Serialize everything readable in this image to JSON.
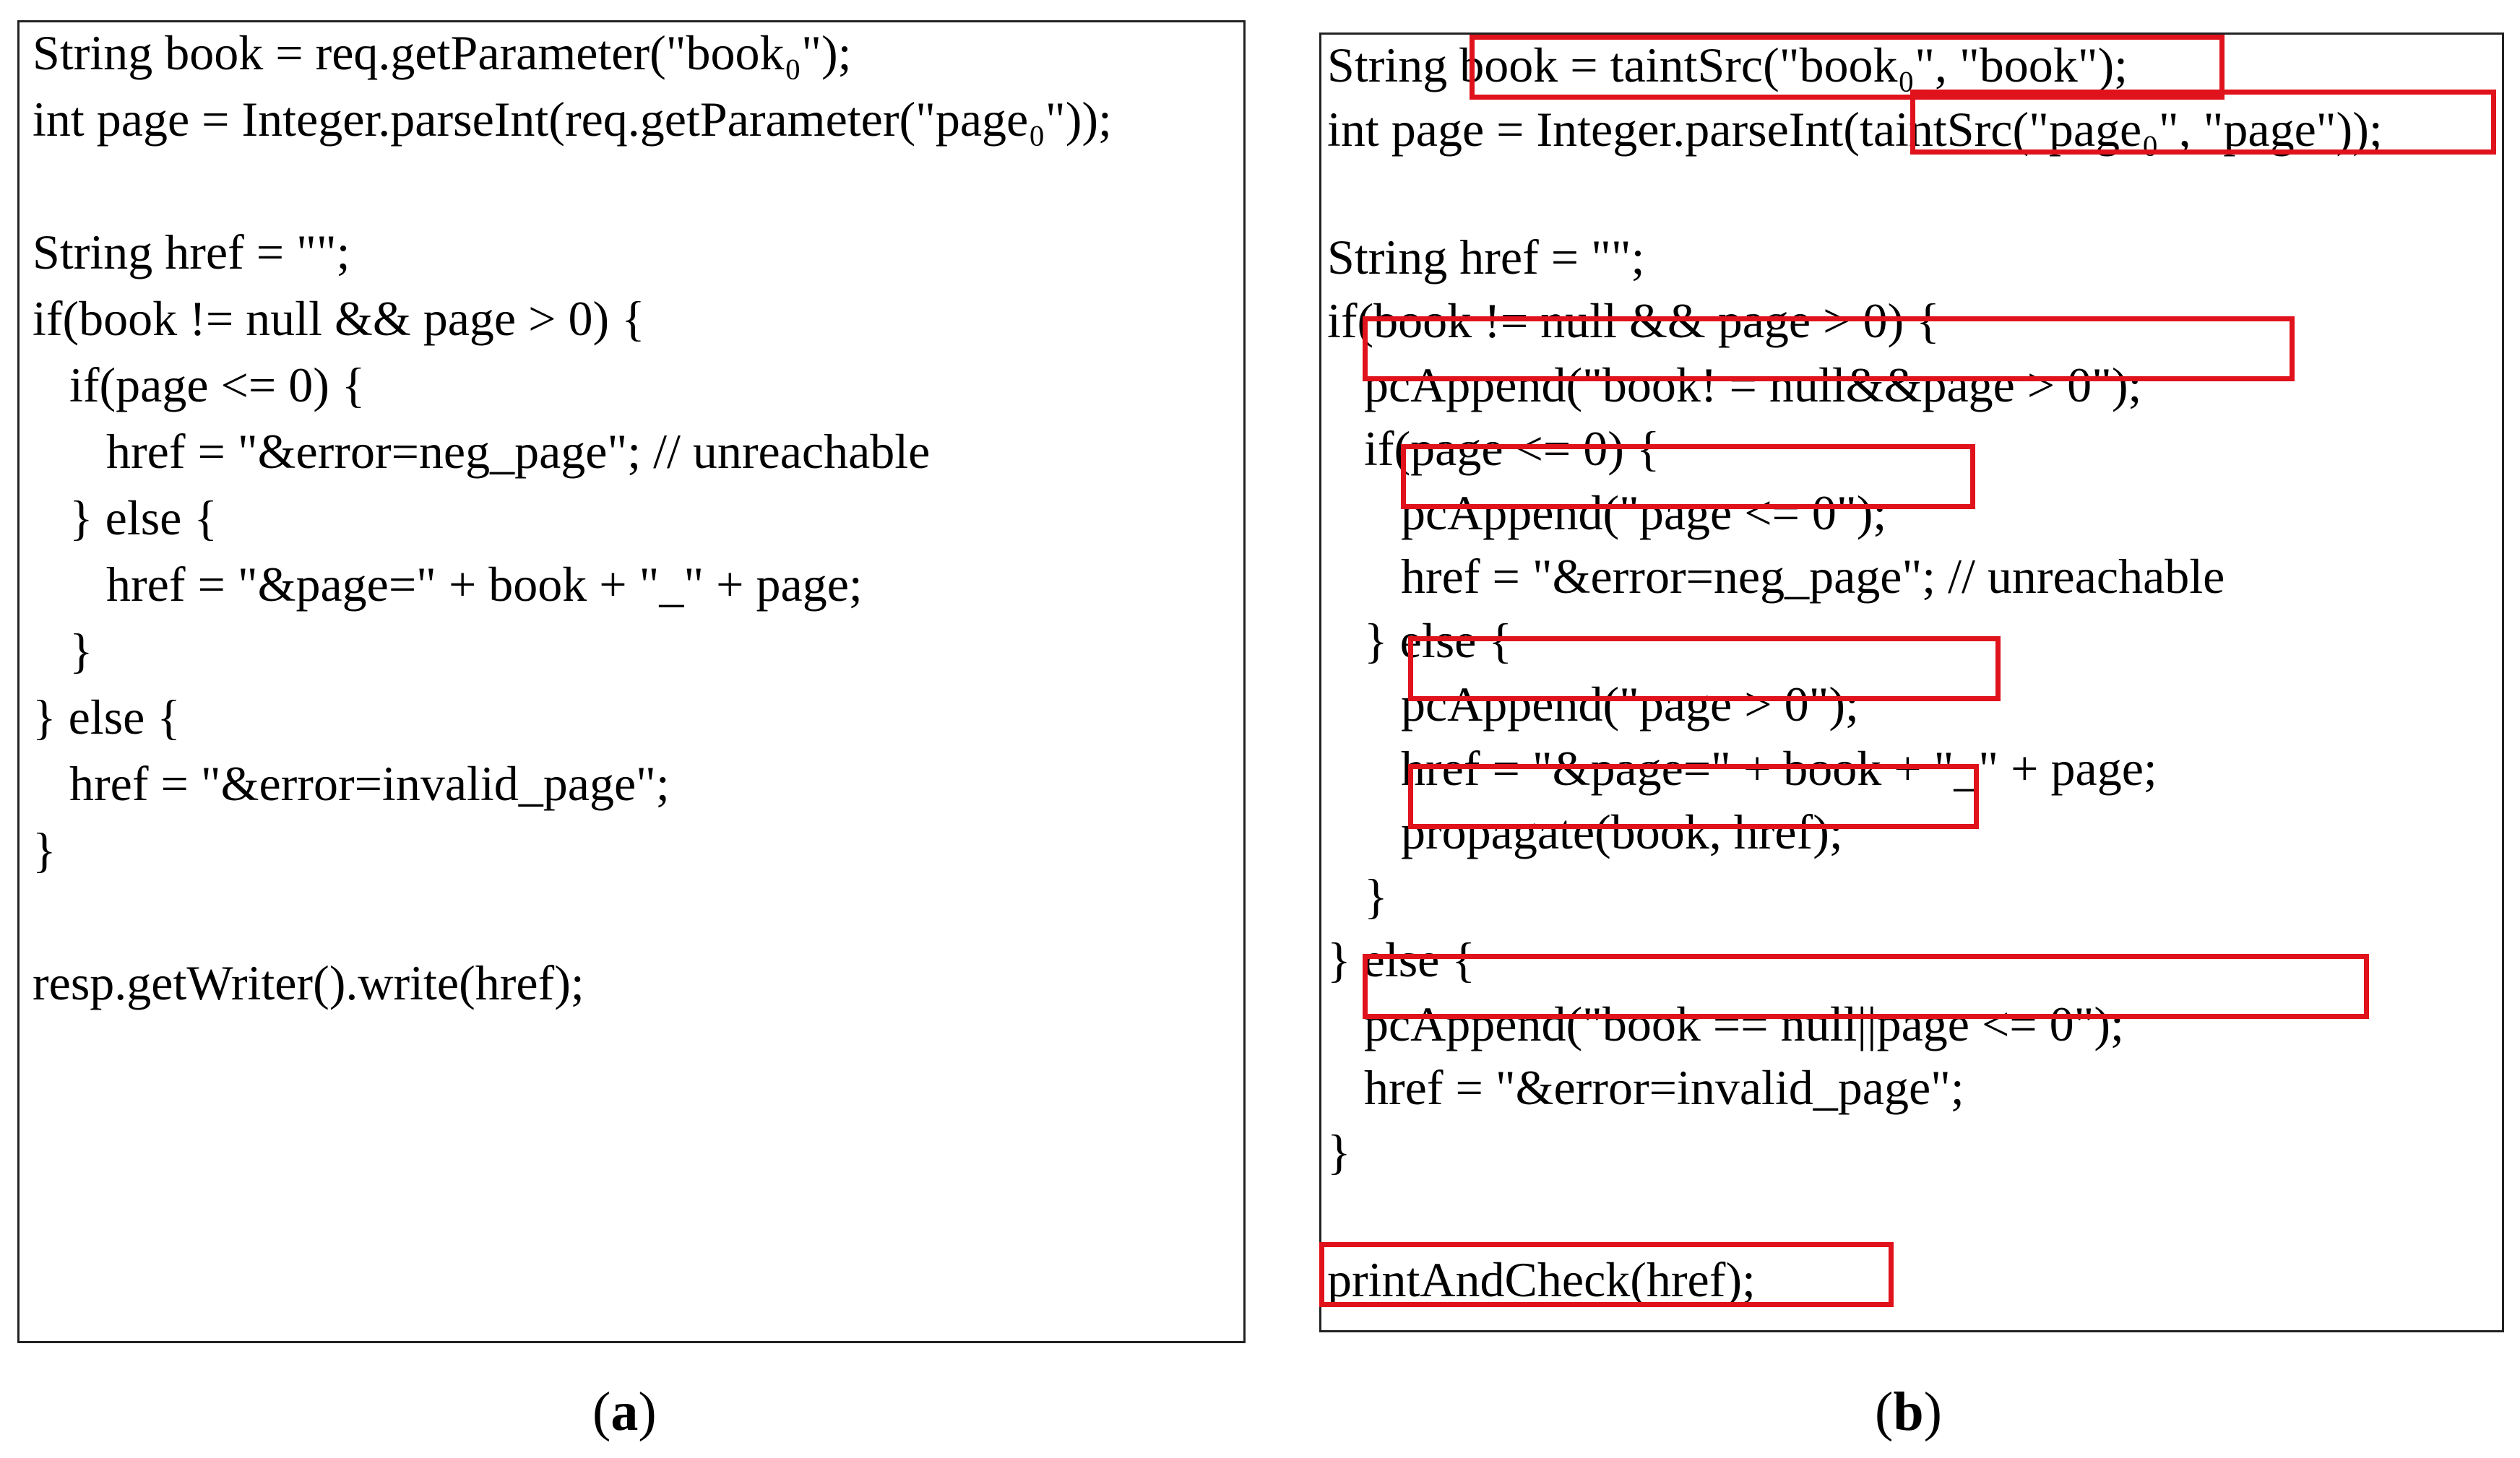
{
  "panel_a": {
    "lines": [
      "String book = req.getParameter(\"book₀\");",
      "int page = Integer.parseInt(req.getParameter(\"page₀\"));",
      "",
      "String href = \"\";",
      "if(book != null && page > 0) {",
      "   if(page <= 0) {",
      "      href = \"&error=neg_page\"; // unreachable",
      "   } else {",
      "      href = \"&page=\" + book + \"_\" + page;",
      "   }",
      "} else {",
      "   href = \"&error=invalid_page\";",
      "}",
      "",
      "resp.getWriter().write(href);"
    ]
  },
  "panel_b": {
    "lines": [
      "String book = taintSrc(\"book₀\", \"book\");",
      "int page = Integer.parseInt(taintSrc(\"page₀\", \"page\"));",
      "",
      "String href = \"\";",
      "if(book != null && page > 0) {",
      "   pcAppend(\"book! = null&&page > 0\");",
      "   if(page <= 0) {",
      "      pcAppend(\"page <= 0\");",
      "      href = \"&error=neg_page\"; // unreachable",
      "   } else {",
      "      pcAppend(\"page > 0\");",
      "      href = \"&page=\" + book + \"_\" + page;",
      "      propagate(book, href);",
      "   }",
      "} else {",
      "   pcAppend(\"book == null||page <= 0\");",
      "   href = \"&error=invalid_page\";",
      "}",
      "",
      "printAndCheck(href);"
    ],
    "highlight_color": "#e0121b"
  },
  "captions": {
    "a": "a",
    "b": "b"
  }
}
